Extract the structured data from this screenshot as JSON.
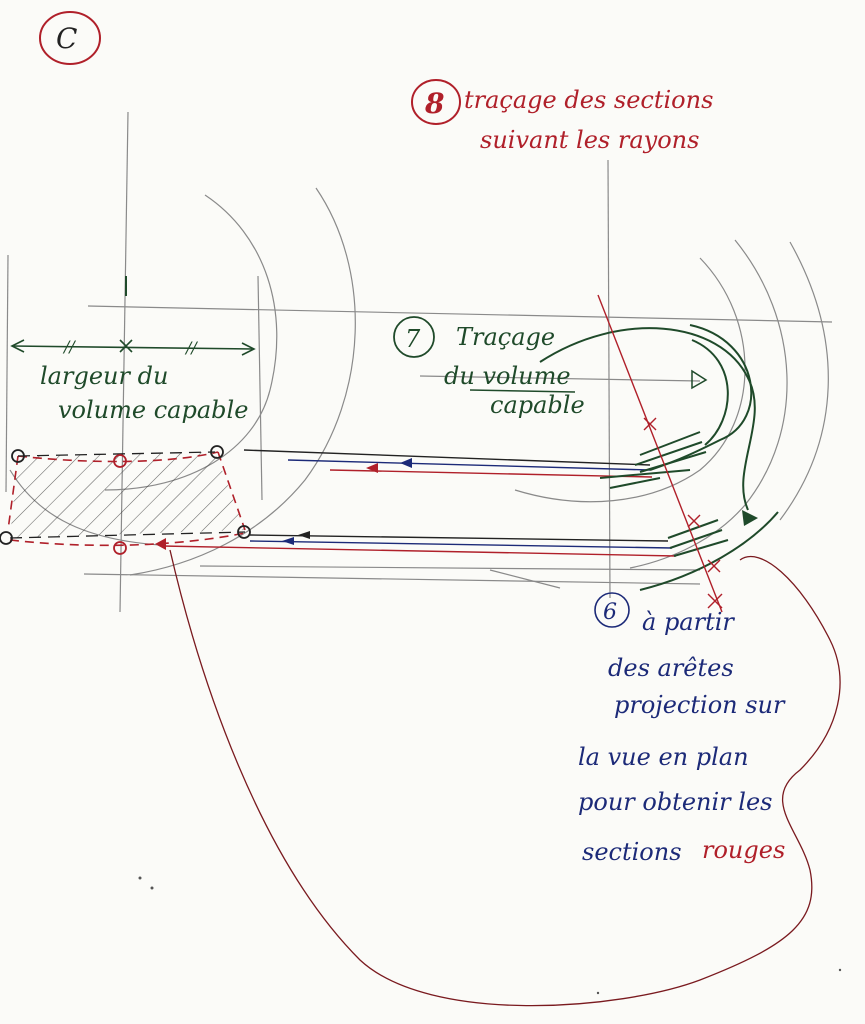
{
  "labels": {
    "corner": "C",
    "step8_number": "8",
    "step8_line1": "traçage des sections",
    "step8_line2": "suivant les rayons",
    "step7_number": "7",
    "step7_line1": "Traçage",
    "step7_line2": "du volume",
    "step7_line3": "capable",
    "width_line1": "largeur du",
    "width_line2": "volume capable",
    "tick_marks_left": "//",
    "tick_marks_right": "//",
    "step6_number": "6",
    "step6_line1": "à partir",
    "step6_line2": "des arêtes",
    "step6_line3": "projection sur",
    "step6_line4": "la vue en plan",
    "step6_line5": "pour obtenir les",
    "step6_line6_a": "sections",
    "step6_line6_b": "rouges"
  },
  "colors": {
    "ink_red": "#b0202a",
    "ink_green": "#1f4a2a",
    "ink_blue": "#1c2a78",
    "pencil": "#8a8a8a",
    "ink_black": "#222222",
    "dark_red": "#7a1a1f"
  }
}
